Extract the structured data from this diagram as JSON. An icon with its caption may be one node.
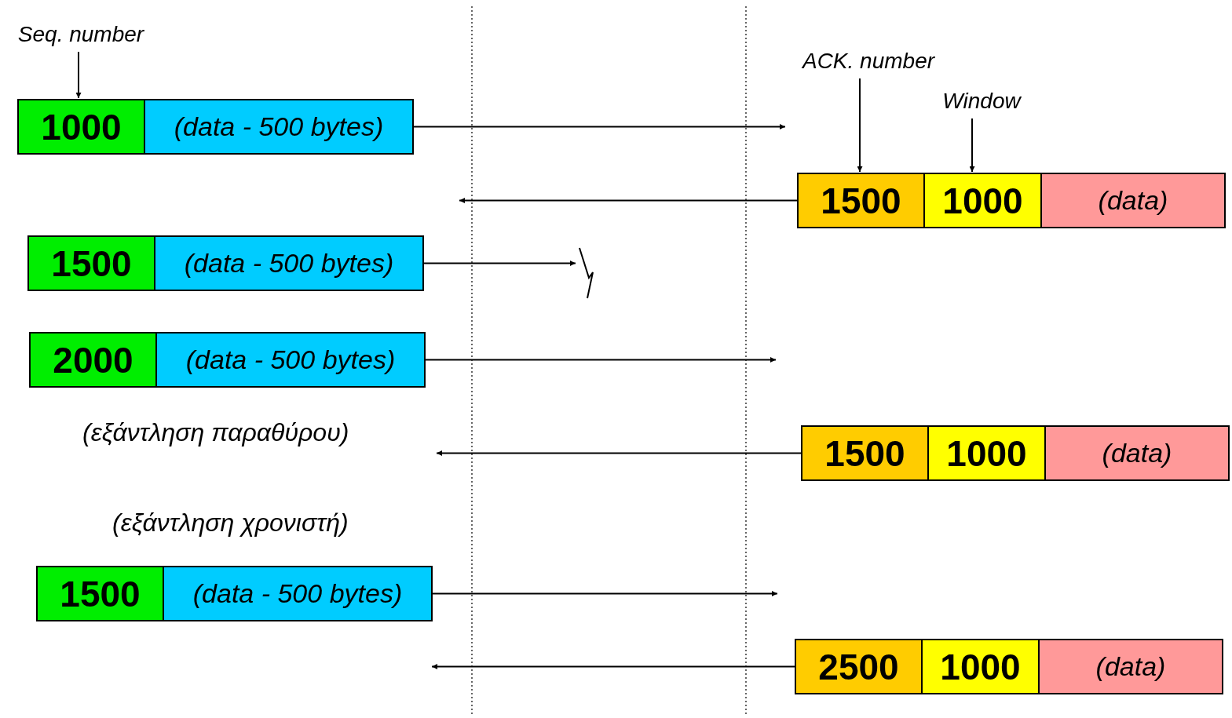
{
  "diagram": {
    "nodes": [
      {
        "text": [
          "Seq. number"
        ]
      },
      {
        "text": [
          "ACK. number"
        ]
      },
      {
        "text": [
          "Window"
        ]
      },
      {
        "text": [
          "1000"
        ]
      },
      {
        "text": [
          "(data - 500 bytes)"
        ]
      },
      {
        "text": [
          "1500"
        ]
      },
      {
        "text": [
          "1000"
        ]
      },
      {
        "text": [
          "(data)"
        ]
      },
      {
        "text": [
          "1500"
        ]
      },
      {
        "text": [
          "(data - 500 bytes)"
        ]
      },
      {
        "text": [],
        "shape": "lightning"
      },
      {
        "text": [
          "2000"
        ]
      },
      {
        "text": [
          "(data - 500 bytes)"
        ]
      },
      {
        "text": [
          "1500"
        ]
      },
      {
        "text": [
          "1000"
        ]
      },
      {
        "text": [
          "(data)"
        ]
      },
      {
        "text": [
          "1500"
        ]
      },
      {
        "text": [
          "(data - 500 bytes)"
        ]
      },
      {
        "text": [
          "2500"
        ]
      },
      {
        "text": [
          "1000"
        ]
      },
      {
        "text": [
          "(data)"
        ]
      }
    ],
    "edges": [
      {
        "from": 0,
        "to": 3,
        "arrow": "to"
      },
      {
        "from": 1,
        "to": 5,
        "arrow": "to"
      },
      {
        "from": 2,
        "to": 6,
        "arrow": "to"
      },
      {
        "from": 4,
        "to": null,
        "arrow": "to"
      },
      {
        "from": 5,
        "to": null,
        "arrow": "to"
      },
      {
        "from": 9,
        "to": 10,
        "arrow": "to"
      },
      {
        "from": 12,
        "to": null,
        "arrow": "to"
      },
      {
        "from": 13,
        "to": null,
        "arrow": "to"
      },
      {
        "from": 17,
        "to": null,
        "arrow": "to"
      },
      {
        "from": 18,
        "to": null,
        "arrow": "to"
      }
    ],
    "labels": [
      "(εξάντληση παραθύρου)",
      "(εξάντληση χρονιστή)"
    ]
  }
}
